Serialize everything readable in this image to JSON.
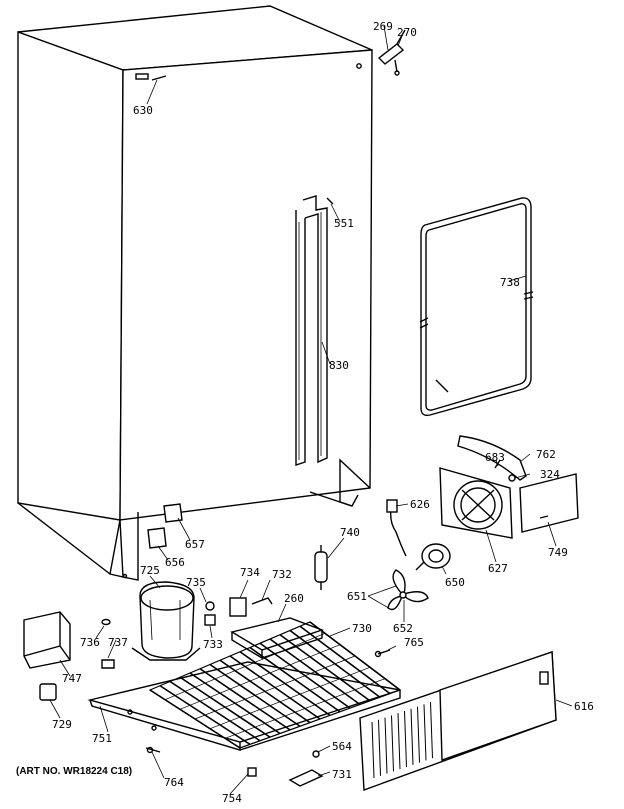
{
  "labels": {
    "p269": "269",
    "p270": "270",
    "p630": "630",
    "p551": "551",
    "p738": "738",
    "p830": "830",
    "p762": "762",
    "p683": "683",
    "p324": "324",
    "p626": "626",
    "p657": "657",
    "p656": "656",
    "p740": "740",
    "p627": "627",
    "p749": "749",
    "p725": "725",
    "p735": "735",
    "p734": "734",
    "p732": "732",
    "p260": "260",
    "p650": "650",
    "p651": "651",
    "p652": "652",
    "p730": "730",
    "p765": "765",
    "p736": "736",
    "p737": "737",
    "p747": "747",
    "p729": "729",
    "p751": "751",
    "p616": "616",
    "p564": "564",
    "p731": "731",
    "p764": "764",
    "p754": "754"
  },
  "art_no": "(ART NO. WR18224 C18)"
}
